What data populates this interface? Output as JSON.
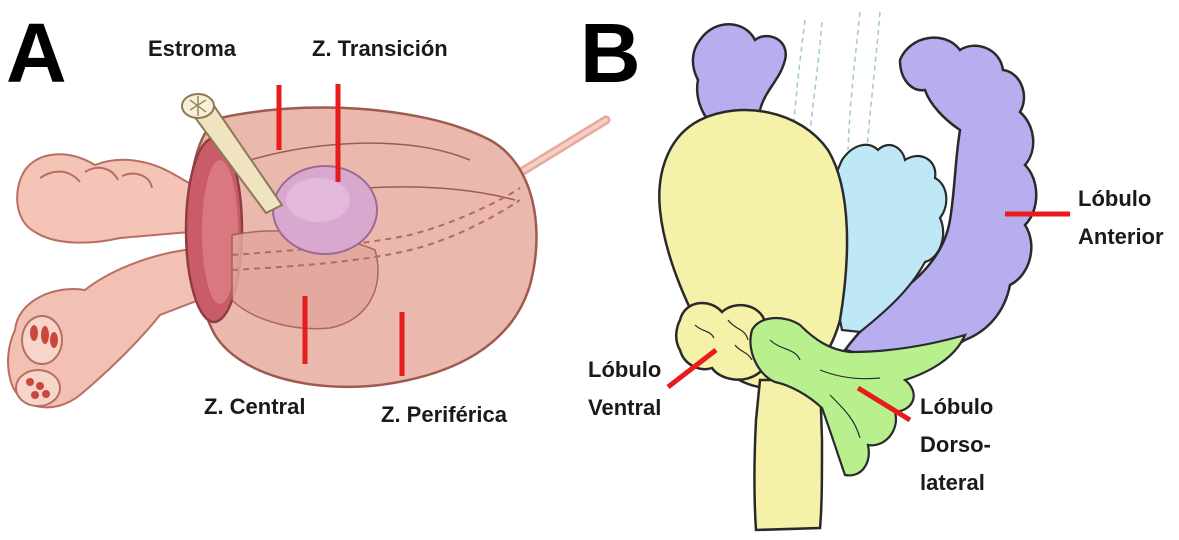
{
  "panel_a": {
    "letter": "A",
    "labels": {
      "stroma": "Estroma",
      "transition": "Z. Transición",
      "central": "Z. Central",
      "peripheral": "Z. Periférica"
    }
  },
  "panel_b": {
    "letter": "B",
    "labels": {
      "anterior_1": "Lóbulo",
      "anterior_2": "Anterior",
      "ventral_1": "Lóbulo",
      "ventral_2": "Ventral",
      "dorsolateral_1": "Lóbulo",
      "dorsolateral_2": "Dorso-",
      "dorsolateral_3": "lateral"
    }
  },
  "colors": {
    "leader_red": "#e81c1c",
    "prostate_pink": "#eab8ad",
    "transition_violet": "#d9a8cf",
    "bladder_yellow": "#f6f1a9",
    "anterior_lavender": "#b7aef0",
    "duct_lightblue": "#bfe8f6",
    "dorsolateral_green": "#b8f08e"
  }
}
